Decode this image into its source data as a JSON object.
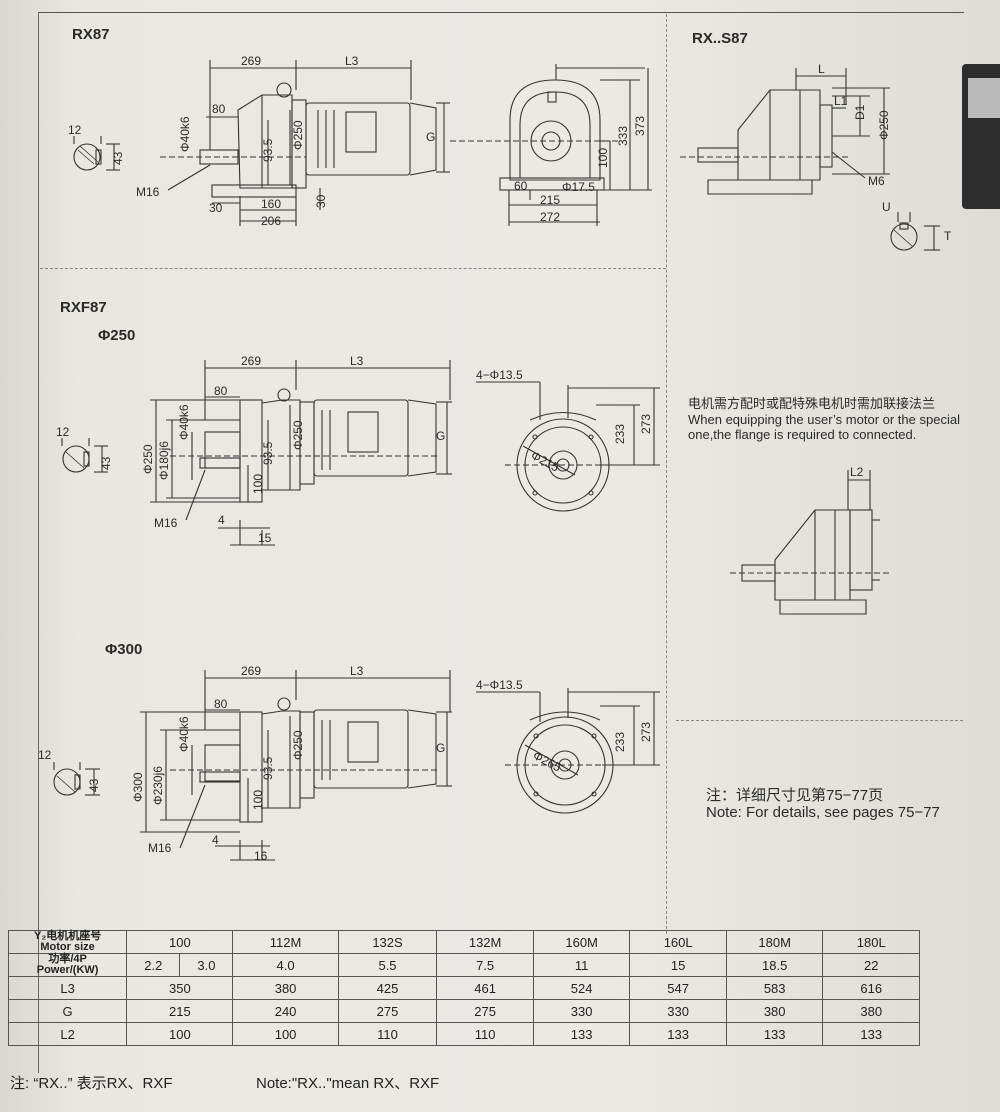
{
  "sections": {
    "rx87": "RX87",
    "rxs87": "RX..S87",
    "rxf87": "RXF87",
    "phi250": "Φ250",
    "phi300": "Φ300"
  },
  "rx87_dims": {
    "d269": "269",
    "l3": "L3",
    "d80": "80",
    "phi40": "Φ40k6",
    "d93": "93.5",
    "phi250": "Φ250",
    "g": "G",
    "d12": "12",
    "d43": "43",
    "m16": "M16",
    "d30a": "30",
    "d160": "160",
    "d206": "206",
    "d30b": "30",
    "d333": "333",
    "d373": "373",
    "d100": "100",
    "d60": "60",
    "phi175": "Φ17.5",
    "d215": "215",
    "d272": "272"
  },
  "rxs87_dims": {
    "l": "L",
    "l1": "L1",
    "d1": "D1",
    "phi250": "Φ250",
    "m6": "M6",
    "u": "U",
    "t": "T"
  },
  "rxf250_dims": {
    "d269": "269",
    "l3": "L3",
    "d80": "80",
    "phi40": "Φ40k6",
    "phi180": "Φ180j6",
    "phi250": "Φ250",
    "d93": "93.5",
    "phi250b": "Φ250",
    "d100": "100",
    "g": "G",
    "d12": "12",
    "d43": "43",
    "m16": "M16",
    "d4": "4",
    "d15": "15",
    "holes": "4−Φ13.5",
    "phi215": "Φ215",
    "d233": "233",
    "d273": "273"
  },
  "rxf300_dims": {
    "d269": "269",
    "l3": "L3",
    "d80": "80",
    "phi40": "Φ40k6",
    "phi230": "Φ230j6",
    "phi300": "Φ300",
    "d93": "93.5",
    "phi250": "Φ250",
    "d100": "100",
    "g": "G",
    "d12": "12",
    "d43": "43",
    "m16": "M16",
    "d4": "4",
    "d16": "16",
    "holes": "4−Φ13.5",
    "phi265": "Φ265",
    "d233": "233",
    "d273": "273"
  },
  "flange_note": {
    "cn": "电机需方配时或配特殊电机时需加联接法兰",
    "en1": "When equipping the user’s motor or the special",
    "en2": "one,the flange is required to connected.",
    "l2": "L2"
  },
  "details_note": {
    "cn": "注：详细尺寸见第75−77页",
    "en": "Note: For details, see pages 75−77"
  },
  "table": {
    "motor_size_cn": "Y₂电机机座号",
    "motor_size_en": "Motor size",
    "power_cn": "功率/4P",
    "power_en": "Power/(KW)",
    "sizes": [
      "100",
      "112M",
      "132S",
      "132M",
      "160M",
      "160L",
      "180M",
      "180L"
    ],
    "powers": [
      "2.2",
      "3.0",
      "4.0",
      "5.5",
      "7.5",
      "11",
      "15",
      "18.5",
      "22"
    ],
    "rows": [
      {
        "label": "L3",
        "values": [
          "350",
          "380",
          "425",
          "461",
          "524",
          "547",
          "583",
          "616"
        ]
      },
      {
        "label": "G",
        "values": [
          "215",
          "240",
          "275",
          "275",
          "330",
          "330",
          "380",
          "380"
        ]
      },
      {
        "label": "L2",
        "values": [
          "100",
          "100",
          "110",
          "110",
          "133",
          "133",
          "133",
          "133"
        ]
      }
    ]
  },
  "footer": {
    "cn": "注: “RX..” 表示RX、RXF",
    "en": "Note:\"RX..\"mean RX、RXF"
  }
}
